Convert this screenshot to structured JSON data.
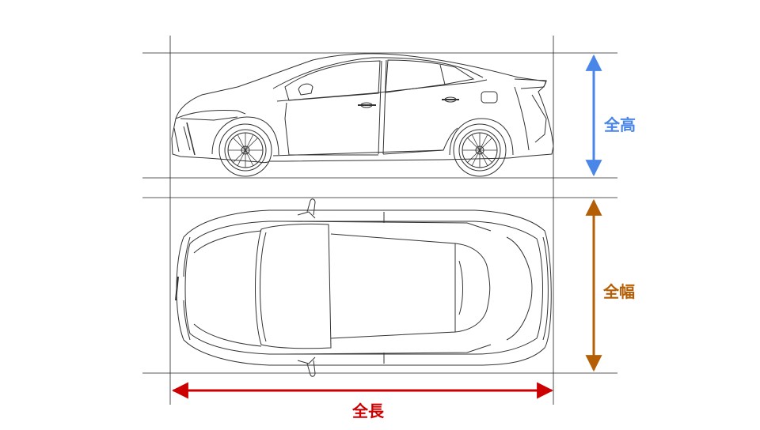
{
  "dimensions": {
    "height": {
      "label": "全高",
      "color": "#4a86e8"
    },
    "width": {
      "label": "全幅",
      "color": "#b45f06"
    },
    "length": {
      "label": "全長",
      "color": "#cc0000"
    }
  },
  "views": [
    "side-view",
    "top-view"
  ]
}
